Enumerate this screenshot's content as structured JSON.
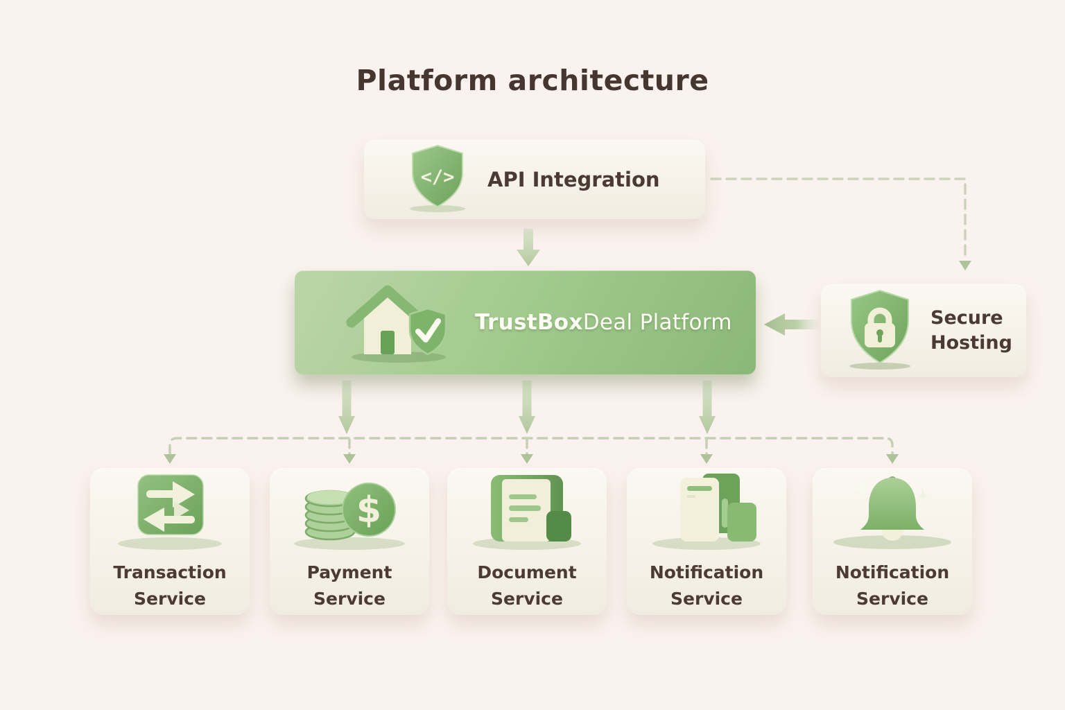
{
  "title": "Platform architecture",
  "colors": {
    "background": "#faf2ee",
    "card_background": "#f7f3ea",
    "platform_green": "#9ac487",
    "icon_green": "#7fb36c",
    "icon_cream": "#f2efd9",
    "solid_arrow": "#b6c9a1",
    "dashed_line": "#cbd4ba",
    "text_dark": "#483931",
    "text_on_green": "#fdfdf6"
  },
  "nodes": {
    "api": {
      "label": "API Integration",
      "icon": "code-shield-icon"
    },
    "platform": {
      "label_bold": "TrustBox",
      "label_regular": "Deal Platform",
      "icon": "house-shield-icon"
    },
    "secure": {
      "label": "Secure Hosting",
      "icon": "lock-shield-icon"
    },
    "services": [
      {
        "label": "Transaction Service",
        "icon": "transfer-arrows-icon"
      },
      {
        "label": "Payment Service",
        "icon": "coins-dollar-icon"
      },
      {
        "label": "Document Service",
        "icon": "document-folder-icon"
      },
      {
        "label": "Notification Service",
        "icon": "file-archive-icon"
      },
      {
        "label": "Notification Service",
        "icon": "notification-bell-icon"
      }
    ]
  },
  "icons": {
    "api_code_glyph": "</>",
    "payment_dollar_glyph": "$"
  },
  "connectors": [
    {
      "from": "api-integration",
      "to": "trustboxdeal-platform",
      "style": "solid-block-arrow-down"
    },
    {
      "from": "api-integration",
      "to": "secure-hosting",
      "style": "dashed-elbow-arrow"
    },
    {
      "from": "secure-hosting",
      "to": "trustboxdeal-platform",
      "style": "solid-block-arrow-left"
    },
    {
      "from": "trustboxdeal-platform",
      "to": "all-services",
      "style": "dashed-fanout-with-three-solid-arrows"
    }
  ]
}
